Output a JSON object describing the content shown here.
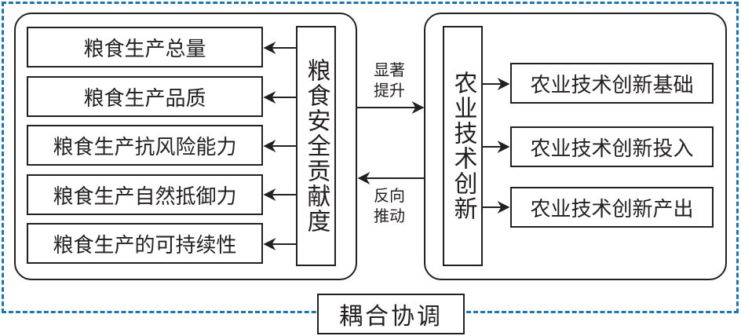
{
  "left_panel": {
    "title": "粮食安全贡献度",
    "items": [
      {
        "label": "粮食生产总量"
      },
      {
        "label": "粮食生产品质"
      },
      {
        "label": "粮食生产抗风险能力"
      },
      {
        "label": "粮食生产自然抵御力"
      },
      {
        "label": "粮食生产的可持续性"
      }
    ]
  },
  "right_panel": {
    "title": "农业技术创新",
    "items": [
      {
        "label": "农业技术创新基础"
      },
      {
        "label": "农业技术创新投入"
      },
      {
        "label": "农业技术创新产出"
      }
    ]
  },
  "connectors": {
    "forward_label_line1": "显著",
    "forward_label_line2": "提升",
    "backward_label_line1": "反向",
    "backward_label_line2": "推动"
  },
  "bottom_label": "耦合协调",
  "colors": {
    "dashed_border": "#1f76ad",
    "stroke": "#231f20"
  }
}
